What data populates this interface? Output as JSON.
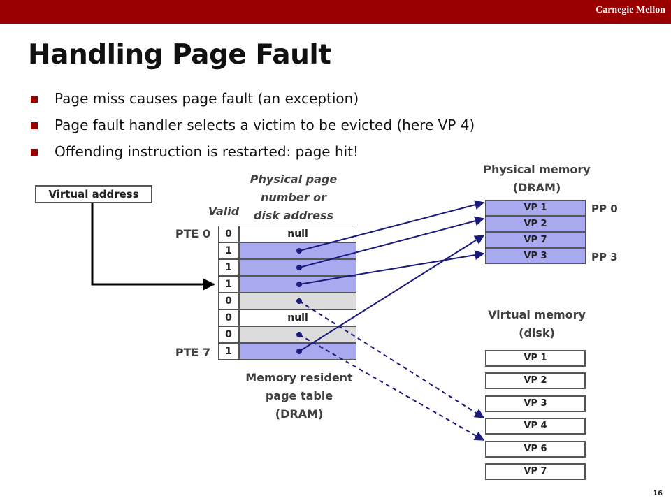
{
  "header": {
    "brand": "Carnegie Mellon"
  },
  "slide": {
    "title": "Handling Page Fault",
    "bullets": [
      "Page miss causes page fault (an exception)",
      "Page fault handler selects a victim to be evicted (here VP 4)",
      "Offending instruction is restarted: page hit!"
    ],
    "page_number": "16"
  },
  "diagram": {
    "virtual_address_label": "Virtual address",
    "valid_label": "Valid",
    "ppn_label": [
      "Physical page",
      "number or",
      "disk address"
    ],
    "pte0_label": "PTE 0",
    "pte7_label": "PTE 7",
    "page_table": {
      "caption": [
        "Memory resident",
        "page table",
        "(DRAM)"
      ],
      "rows": [
        {
          "valid": "0",
          "address": "null",
          "kind": "null"
        },
        {
          "valid": "1",
          "address": "",
          "kind": "memory"
        },
        {
          "valid": "1",
          "address": "",
          "kind": "memory"
        },
        {
          "valid": "1",
          "address": "",
          "kind": "memory"
        },
        {
          "valid": "0",
          "address": "",
          "kind": "disk"
        },
        {
          "valid": "0",
          "address": "null",
          "kind": "null"
        },
        {
          "valid": "0",
          "address": "",
          "kind": "disk"
        },
        {
          "valid": "1",
          "address": "",
          "kind": "memory"
        }
      ]
    },
    "physical_memory": {
      "title": [
        "Physical memory",
        "(DRAM)"
      ],
      "pages": [
        "VP 1",
        "VP 2",
        "VP 7",
        "VP 3"
      ],
      "pp0_label": "PP 0",
      "pp3_label": "PP 3"
    },
    "virtual_memory": {
      "title": [
        "Virtual memory",
        "(disk)"
      ],
      "pages": [
        "VP 1",
        "VP 2",
        "VP 3",
        "VP 4",
        "VP 6",
        "VP 7"
      ]
    },
    "colors": {
      "resident": "#a9a9ef",
      "on_disk": "#dcdcdc",
      "arrow": "#1a1a7a",
      "header_bar": "#990000"
    }
  }
}
